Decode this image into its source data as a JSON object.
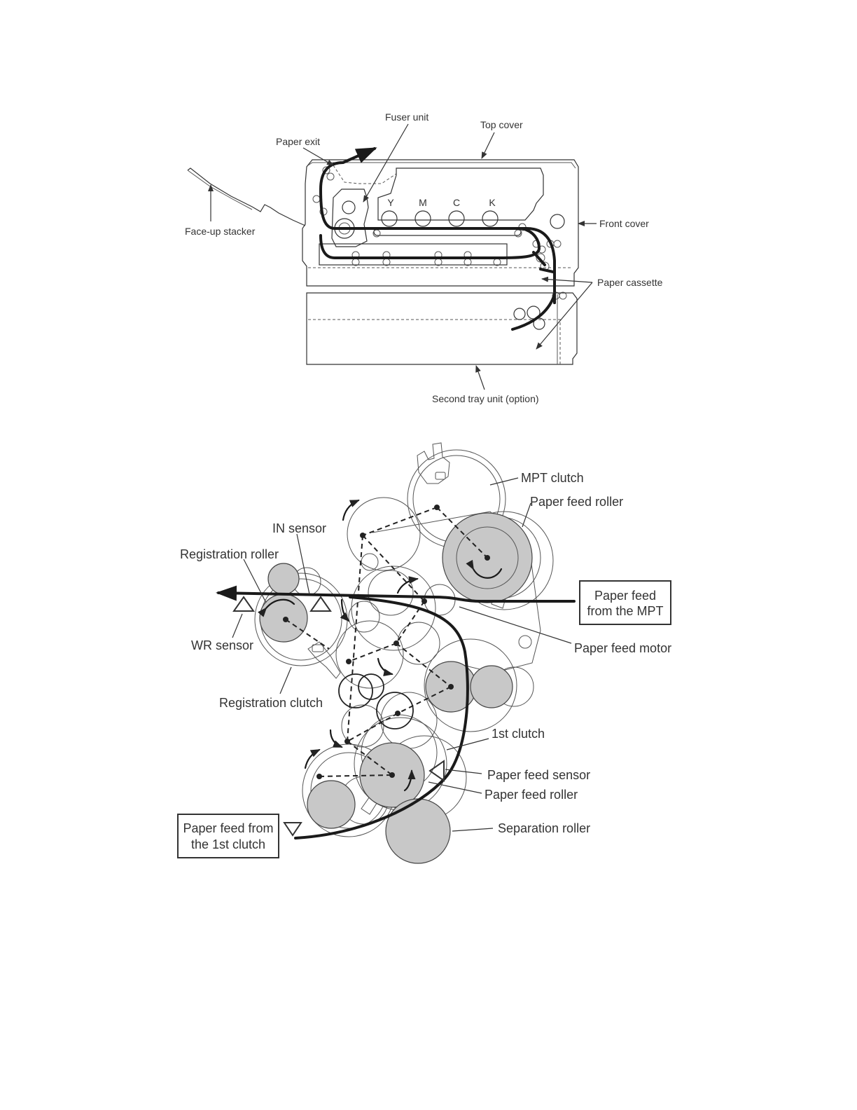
{
  "diagram1": {
    "labels": {
      "fuser_unit": "Fuser unit",
      "top_cover": "Top cover",
      "paper_exit": "Paper exit",
      "face_up_stacker": "Face-up stacker",
      "front_cover": "Front cover",
      "paper_cassette": "Paper cassette",
      "second_tray": "Second tray unit (option)"
    },
    "stations": [
      "Y",
      "M",
      "C",
      "K"
    ]
  },
  "diagram2": {
    "labels": {
      "mpt_clutch": "MPT clutch",
      "paper_feed_roller_top": "Paper feed roller",
      "in_sensor": "IN sensor",
      "registration_roller": "Registration roller",
      "wr_sensor": "WR sensor",
      "registration_clutch": "Registration clutch",
      "paper_feed_motor": "Paper feed motor",
      "first_clutch": "1st clutch",
      "paper_feed_sensor": "Paper feed sensor",
      "paper_feed_roller_bottom": "Paper feed roller",
      "separation_roller": "Separation roller"
    },
    "boxes": {
      "from_mpt": [
        "Paper feed",
        "from the MPT"
      ],
      "from_1st_clutch": [
        "Paper feed from",
        "the 1st clutch"
      ]
    }
  }
}
